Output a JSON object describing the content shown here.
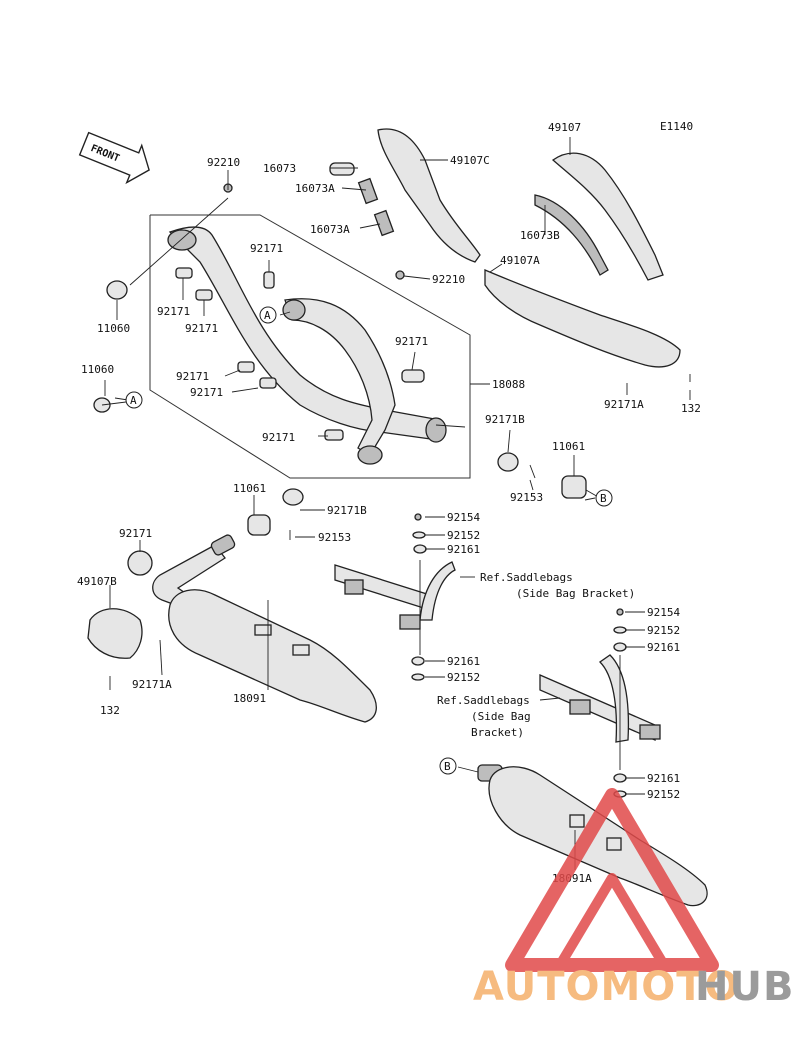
{
  "diagram_code": "E1140",
  "front_label": "FRONT",
  "parts": {
    "p92210a": "92210",
    "p11060a": "11060",
    "p92171a": "92171",
    "p92171b": "92171",
    "p92171c": "92171",
    "p92171d": "92171",
    "p92171e": "92171",
    "p92171f": "92171",
    "p92171g": "92171",
    "p11060b": "11060",
    "p16073": "16073",
    "p16073Aa": "16073A",
    "p16073Ab": "16073A",
    "p49107C": "49107C",
    "p49107": "49107",
    "p16073B": "16073B",
    "p49107A": "49107A",
    "p92210b": "92210",
    "p18088": "18088",
    "p92171Ba": "92171B",
    "p92153a": "92153",
    "p11061a": "11061",
    "p92171A_right": "92171A",
    "p132_right": "132",
    "p11061b": "11061",
    "p92171Bb": "92171B",
    "p92153b": "92153",
    "p92171h": "92171",
    "p49107B": "49107B",
    "p92171A_left": "92171A",
    "p132_left": "132",
    "p18091": "18091",
    "p92154a": "92154",
    "p92152a": "92152",
    "p92161a": "92161",
    "p92161b": "92161",
    "p92152b": "92152",
    "p92154b": "92154",
    "p92152c": "92152",
    "p92161c": "92161",
    "p92161d": "92161",
    "p92152d": "92152",
    "p18091A": "18091A"
  },
  "refs": {
    "saddle1_line1": "Ref.Saddlebags",
    "saddle1_line2": "(Side Bag Bracket)",
    "saddle2_line1": "Ref.Saddlebags",
    "saddle2_line2": "(Side Bag",
    "saddle2_line3": "Bracket)"
  },
  "callouts": {
    "A1": "A",
    "A2": "A",
    "B1": "B",
    "B2": "B"
  },
  "watermark": {
    "part1": "AUTOMOTO",
    "part2": "HUB",
    "color1": "#f5b06a",
    "color2": "#8a8a8a",
    "triangle_color": "#e14a4a"
  }
}
